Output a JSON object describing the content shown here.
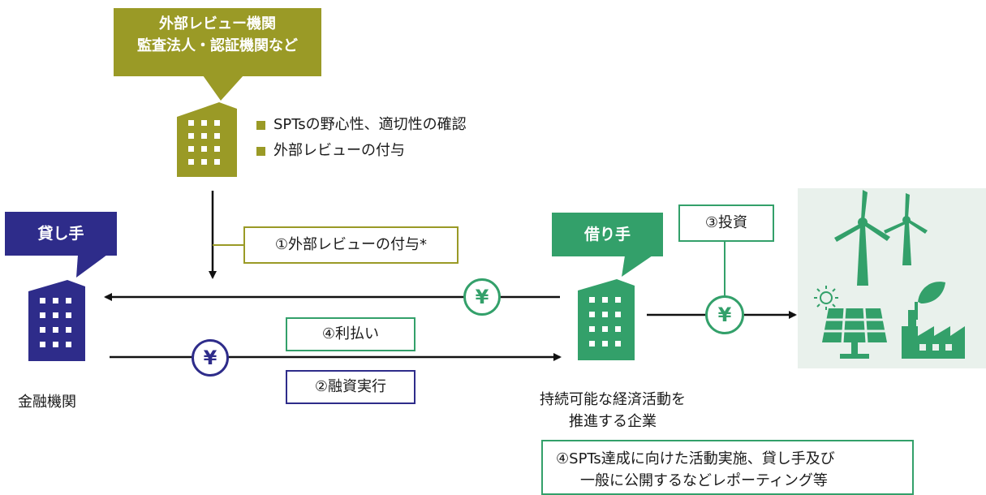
{
  "reviewer": {
    "title_line1": "外部レビュー機関",
    "title_line2": "監査法人・認証機関など",
    "bullets": [
      "SPTsの野心性、適切性の確認",
      "外部レビューの付与"
    ]
  },
  "lender": {
    "tag": "貸し手",
    "label": "金融機関"
  },
  "borrower": {
    "tag": "借り手",
    "label_line1": "持続可能な経済活動を",
    "label_line2": "推進する企業"
  },
  "flows": {
    "review": "①外部レビューの付与*",
    "interest": "④利払い",
    "loan": "②融資実行",
    "investment": "③投資",
    "reporting_line1": "④SPTs達成に向けた活動実施、貸し手及び",
    "reporting_line2": "一般に公開するなどレポーティング等"
  },
  "currency_symbol": "¥",
  "colors": {
    "olive": "#9a9a26",
    "navy": "#2e2c8a",
    "green": "#33a06a",
    "eco_bg": "#e9f1ec"
  }
}
